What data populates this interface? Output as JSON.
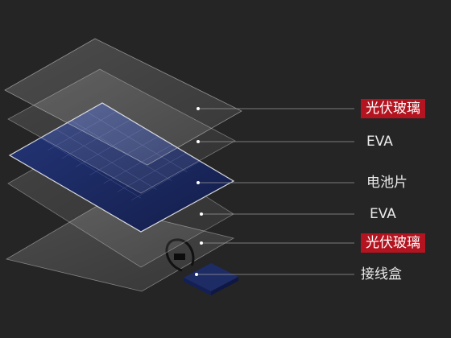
{
  "layers": [
    {
      "id": "glass-top",
      "label": "光伏玻璃",
      "highlight": true
    },
    {
      "id": "eva-top",
      "label": "EVA",
      "highlight": false
    },
    {
      "id": "cells",
      "label": "电池片",
      "highlight": false
    },
    {
      "id": "eva-bottom",
      "label": "EVA",
      "highlight": false
    },
    {
      "id": "glass-bottom",
      "label": "光伏玻璃",
      "highlight": true
    },
    {
      "id": "junction-box",
      "label": "接线盒",
      "highlight": false
    }
  ],
  "colors": {
    "background": "#252526",
    "highlight": "#b3141f",
    "leader_line": "#9a9a9a",
    "cell": "#1c2a66"
  }
}
